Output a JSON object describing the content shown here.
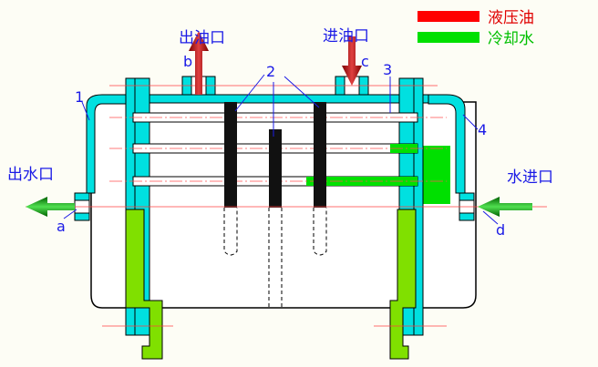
{
  "legend": {
    "hydraulic_oil": {
      "label": "液压油",
      "color": "#ff0000"
    },
    "cooling_water": {
      "label": "冷却水",
      "color": "#00e000"
    }
  },
  "ports": {
    "oil_outlet": "出油口",
    "oil_inlet": "进油口",
    "water_outlet": "出水口",
    "water_inlet": "水进口"
  },
  "markers": {
    "a": "a",
    "b": "b",
    "c": "c",
    "d": "d",
    "n1": "1",
    "n2": "2",
    "n3": "3",
    "n4": "4"
  },
  "colors": {
    "wall": "#00e0e0",
    "support": "#80e000",
    "baffle": "#111111",
    "water": "#00e000",
    "oil_arrow": "#b00000",
    "water_arrow": "#00b000",
    "label_blue": "#1a1ae6"
  }
}
